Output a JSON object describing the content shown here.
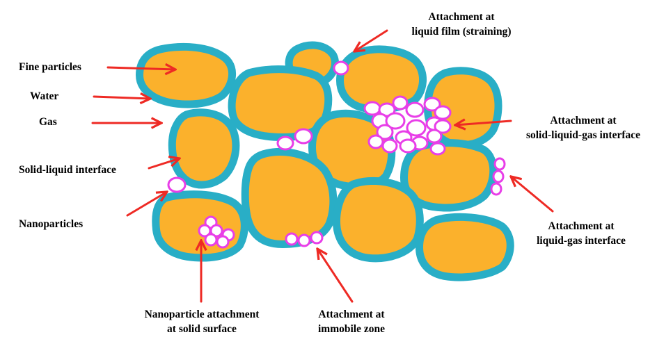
{
  "labels": {
    "fine_particles": "Fine particles",
    "water": "Water",
    "gas": "Gas",
    "solid_liquid_interface": "Solid-liquid interface",
    "nanoparticles": "Nanoparticles",
    "attach_liquid_film": [
      "Attachment at",
      "liquid film (straining)"
    ],
    "attach_slg": [
      "Attachment at",
      "solid-liquid-gas interface"
    ],
    "attach_liquid_gas": [
      "Attachment at",
      "liquid-gas interface"
    ],
    "attach_immobile": [
      "Attachment at",
      "immobile zone"
    ],
    "attach_solid": [
      "Nanoparticle attachment",
      "at solid surface"
    ]
  },
  "colors": {
    "particle": "#fbb12c",
    "water": "#29aec6",
    "water_edge": "#1b90a8",
    "nanoparticle": "#e83ee8",
    "arrow": "#ee2a24"
  }
}
